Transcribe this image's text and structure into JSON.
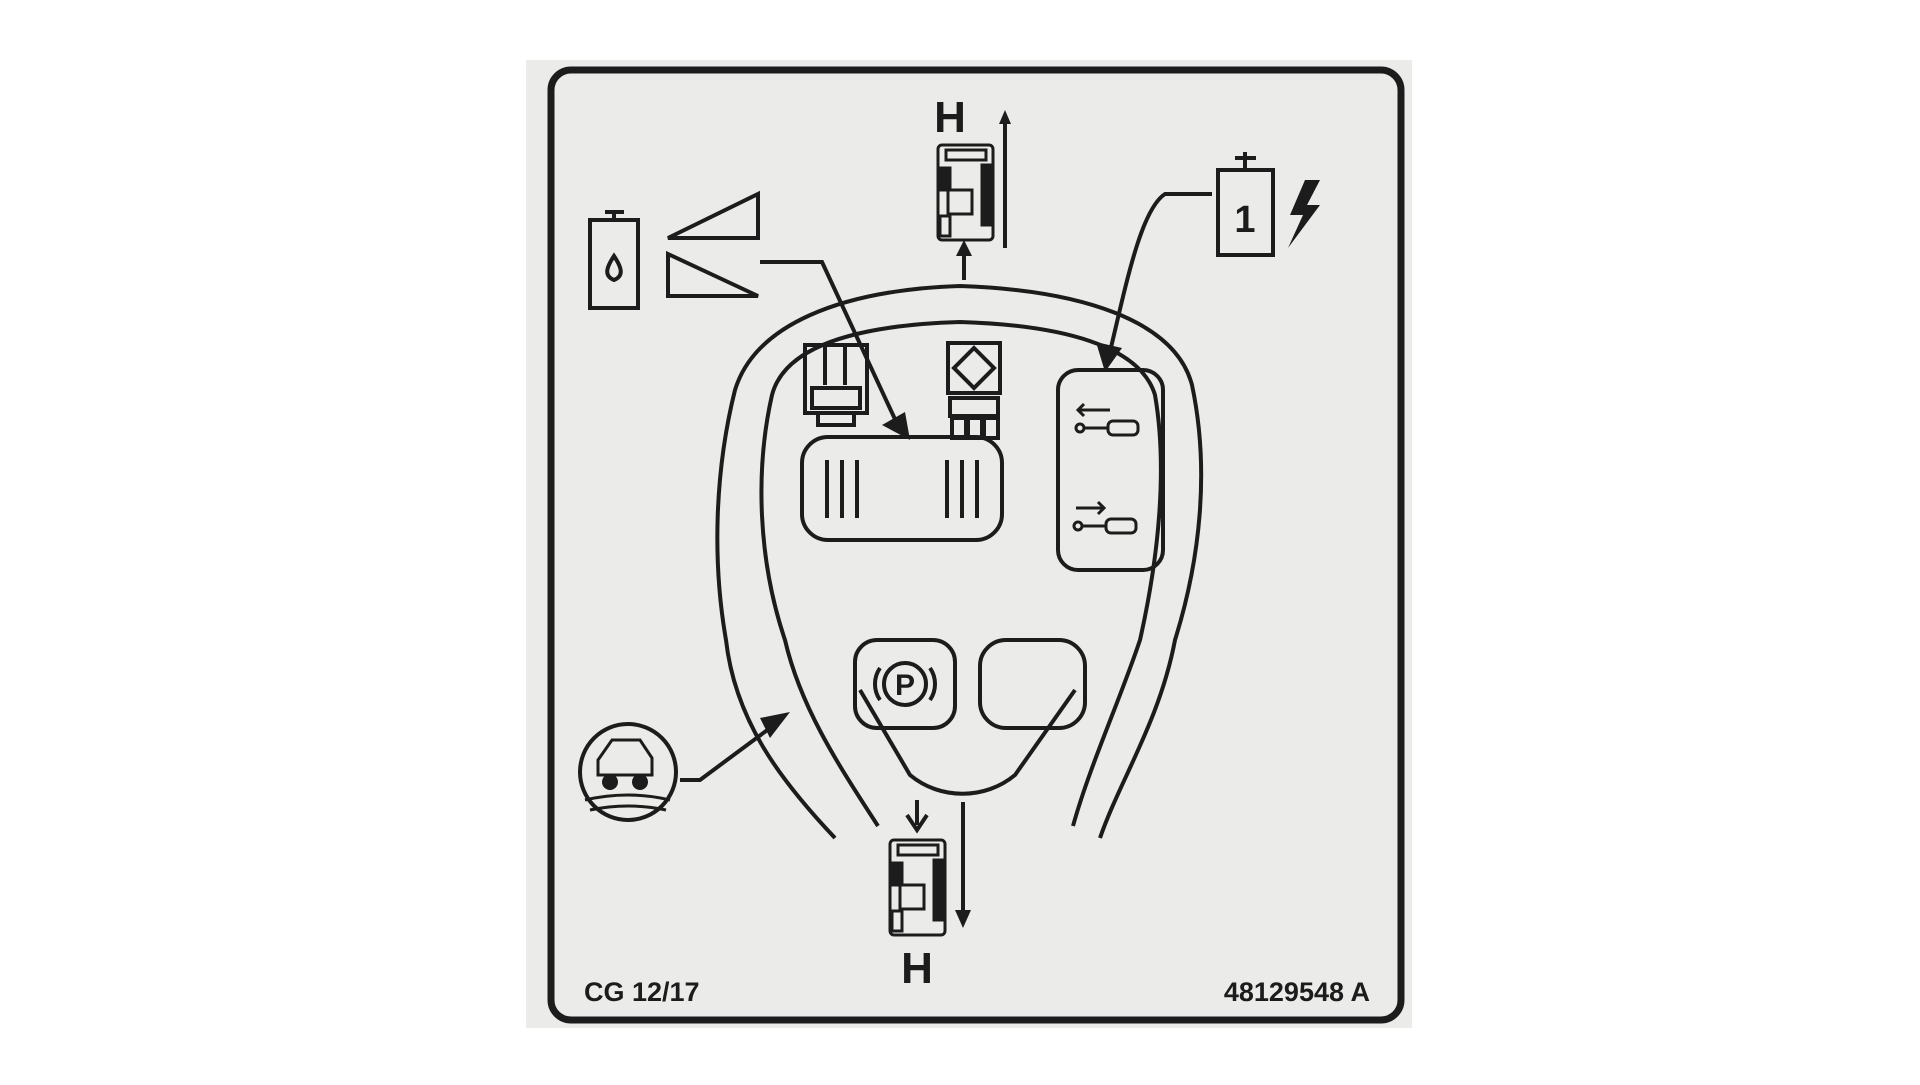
{
  "decal": {
    "background": "#ebebe9",
    "ink": "#1c1c1c",
    "top_direction_label": "H",
    "bottom_direction_label": "H",
    "parking_brake_symbol": "P",
    "battery_number": "1",
    "bottom_left_code": "CG 12/17",
    "part_number": "48129548 A"
  },
  "icons": [
    "hydraulic-reservoir-icon",
    "lift-arm-wedge-icon",
    "battery-isolator-icon",
    "lightning-icon",
    "machine-forward-icon",
    "machine-reverse-icon",
    "up-arrow-icon",
    "down-arrow-icon",
    "loader-icon",
    "control-panel-icon",
    "cylinder-retract-icon",
    "cylinder-extend-icon",
    "parking-brake-icon",
    "blank-button-icon",
    "joystick-handle-icon"
  ]
}
